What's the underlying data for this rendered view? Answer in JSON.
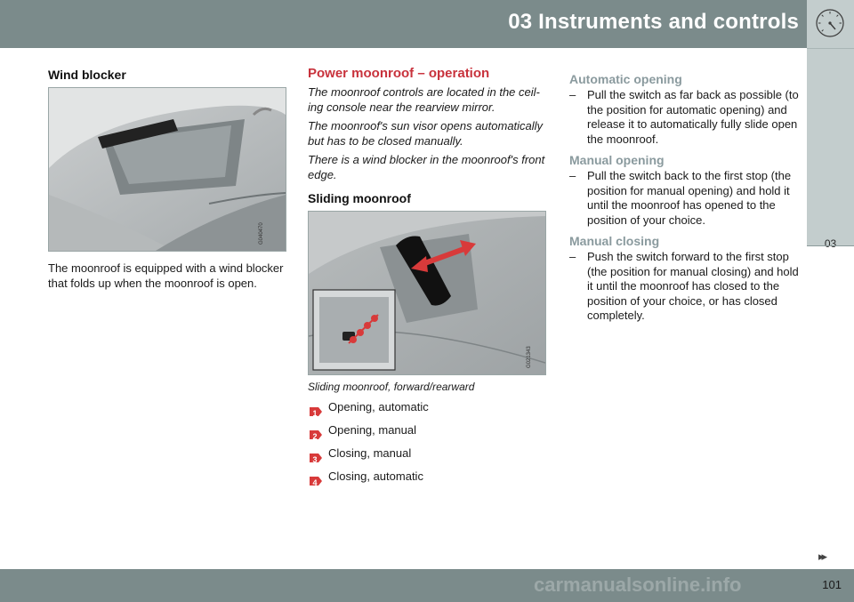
{
  "header": {
    "title": "03 Instruments and controls",
    "icon": "gauge-icon"
  },
  "side_tab": {
    "label": "03"
  },
  "footer": {
    "page_number": "101",
    "next_icon": "double-chevron-right-icon"
  },
  "watermark": "carmanualsonline.info",
  "wind_blocker": {
    "heading": "Wind blocker",
    "image_code": "G040470",
    "text": "The moonroof is equipped with a wind blocker that folds up when the moonroof is open."
  },
  "operation": {
    "heading": "Power moonroof – operation",
    "paragraphs": [
      "The moonroof controls are located in the ceil-ing console near the rearview mirror.",
      "The moonroof's sun visor opens automatically but has to be closed manually.",
      "There is a wind blocker in the moonroof's front edge."
    ],
    "sliding_heading": "Sliding moonroof",
    "image_code": "G021343",
    "caption": "Sliding moonroof, forward/rearward",
    "items": [
      {
        "num": "1",
        "label": "Opening, automatic"
      },
      {
        "num": "2",
        "label": "Opening, manual"
      },
      {
        "num": "3",
        "label": "Closing, manual"
      },
      {
        "num": "4",
        "label": "Closing, automatic"
      }
    ]
  },
  "automatic_opening": {
    "heading": "Automatic opening",
    "dash": "–",
    "text": "Pull the switch as far back as possible (to the position for automatic opening) and release it to automatically fully slide open the moonroof."
  },
  "manual_opening": {
    "heading": "Manual opening",
    "dash": "–",
    "text": "Pull the switch back to the first stop (the position for manual opening) and hold it until the moonroof has opened to the position of your choice."
  },
  "manual_closing": {
    "heading": "Manual closing",
    "dash": "–",
    "text": "Push the switch forward to the first stop (the position for manual closing) and hold it until the moonroof has closed to the position of your choice, or has closed completely."
  },
  "colors": {
    "header_bg": "#7b8b8b",
    "tab_bg": "#c3cdcd",
    "accent_red": "#c8323c",
    "subheading_gray": "#8a9a9e"
  }
}
